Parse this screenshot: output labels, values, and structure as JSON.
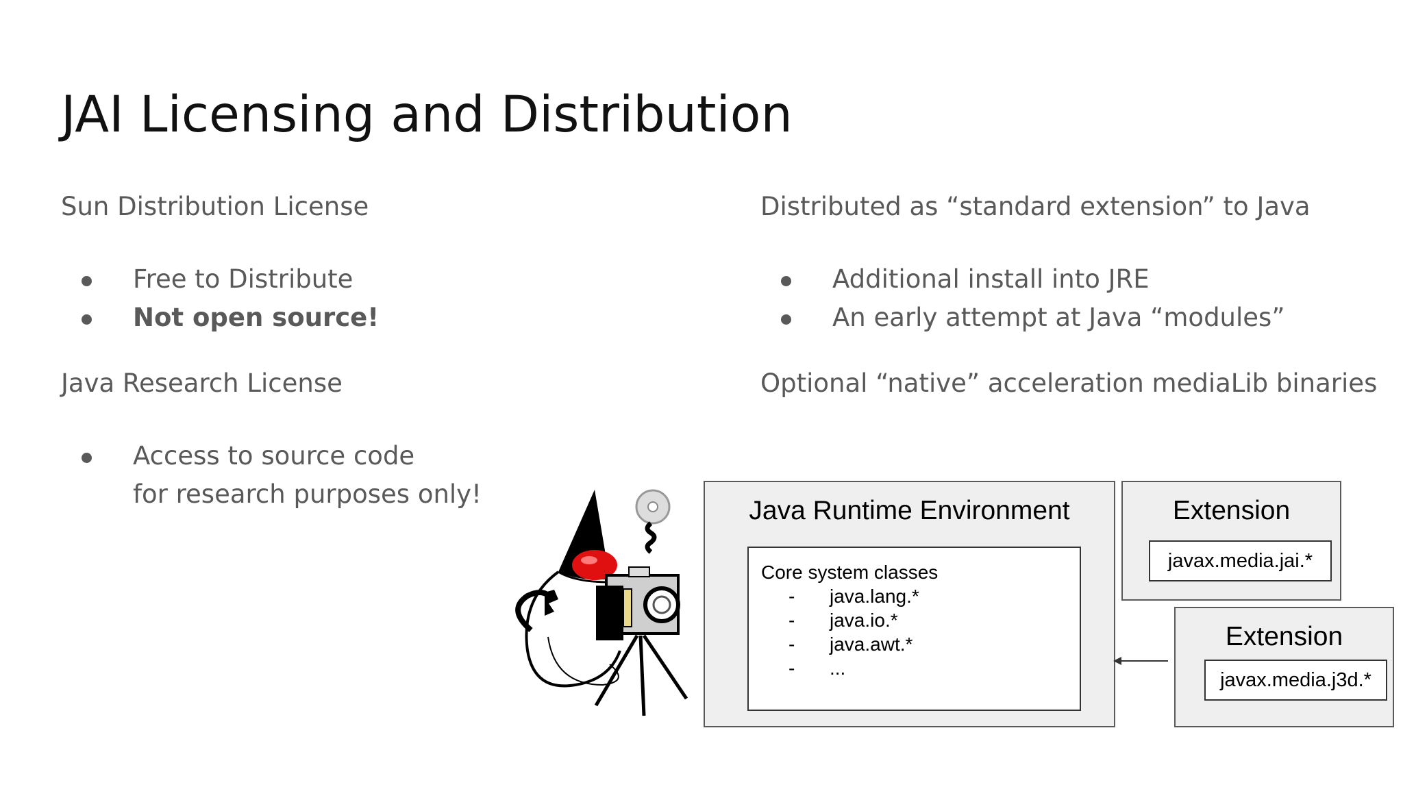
{
  "slide": {
    "title": "JAI Licensing and Distribution",
    "left": {
      "heading1": "Sun Distribution License",
      "bullets1": [
        "Free to Distribute",
        "Not open source!"
      ],
      "heading2": "Java Research License",
      "bullets2_line1": "Access to source code",
      "bullets2_line2": "for research purposes only!"
    },
    "right": {
      "heading1": "Distributed as “standard extension” to Java",
      "bullets1": [
        "Additional install into JRE",
        "An early attempt at Java “modules”"
      ],
      "heading2": "Optional “native” acceleration mediaLib binaries"
    }
  },
  "diagram": {
    "jre_title": "Java Runtime Environment",
    "core_title": "Core system classes",
    "core_items": [
      "java.lang.*",
      "java.io.*",
      "java.awt.*",
      "..."
    ],
    "core_dash": "-",
    "extension1_title": "Extension",
    "extension1_pkg": "javax.media.jai.*",
    "extension2_title": "Extension",
    "extension2_pkg": "javax.media.j3d.*"
  },
  "colors": {
    "body_text": "#595959",
    "title_text": "#111111",
    "box_fill": "#efefef",
    "box_border": "#5a5a5a",
    "duke_red": "#e01010"
  },
  "icons": [
    "duke-camera-mascot",
    "arrow-left-icon"
  ]
}
